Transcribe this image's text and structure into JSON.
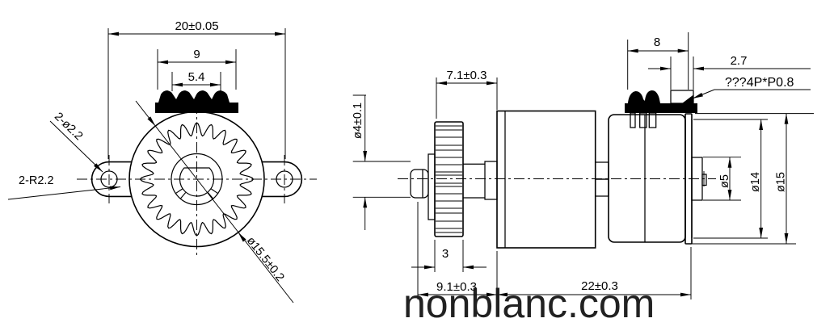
{
  "drawing": {
    "background": "#ffffff",
    "line_color": "#000000",
    "watermark": "nonblanc.com",
    "front_view": {
      "dim_hole_spacing": "20±0.05",
      "dim_block_width": "9",
      "dim_block_inner": "5.4",
      "label_holes": "2-ø2.2",
      "label_ear_radius": "2-R2.2",
      "label_body_dia": "ø15.5±0.2"
    },
    "side_view": {
      "dim_gear_to_face": "7.1±0.3",
      "dim_shaft_dia": "ø4±0.1",
      "dim_gear_width": "3",
      "dim_front_section": "9.1±0.3",
      "dim_body_length": "22±0.3",
      "dim_terminal_width": "8",
      "dim_terminal_pitch": "2.7",
      "label_terminal": "???4P*P0.8",
      "dim_boss_dia": "ø5",
      "dim_cap_dia": "ø14",
      "dim_body_dia": "ø15"
    }
  }
}
